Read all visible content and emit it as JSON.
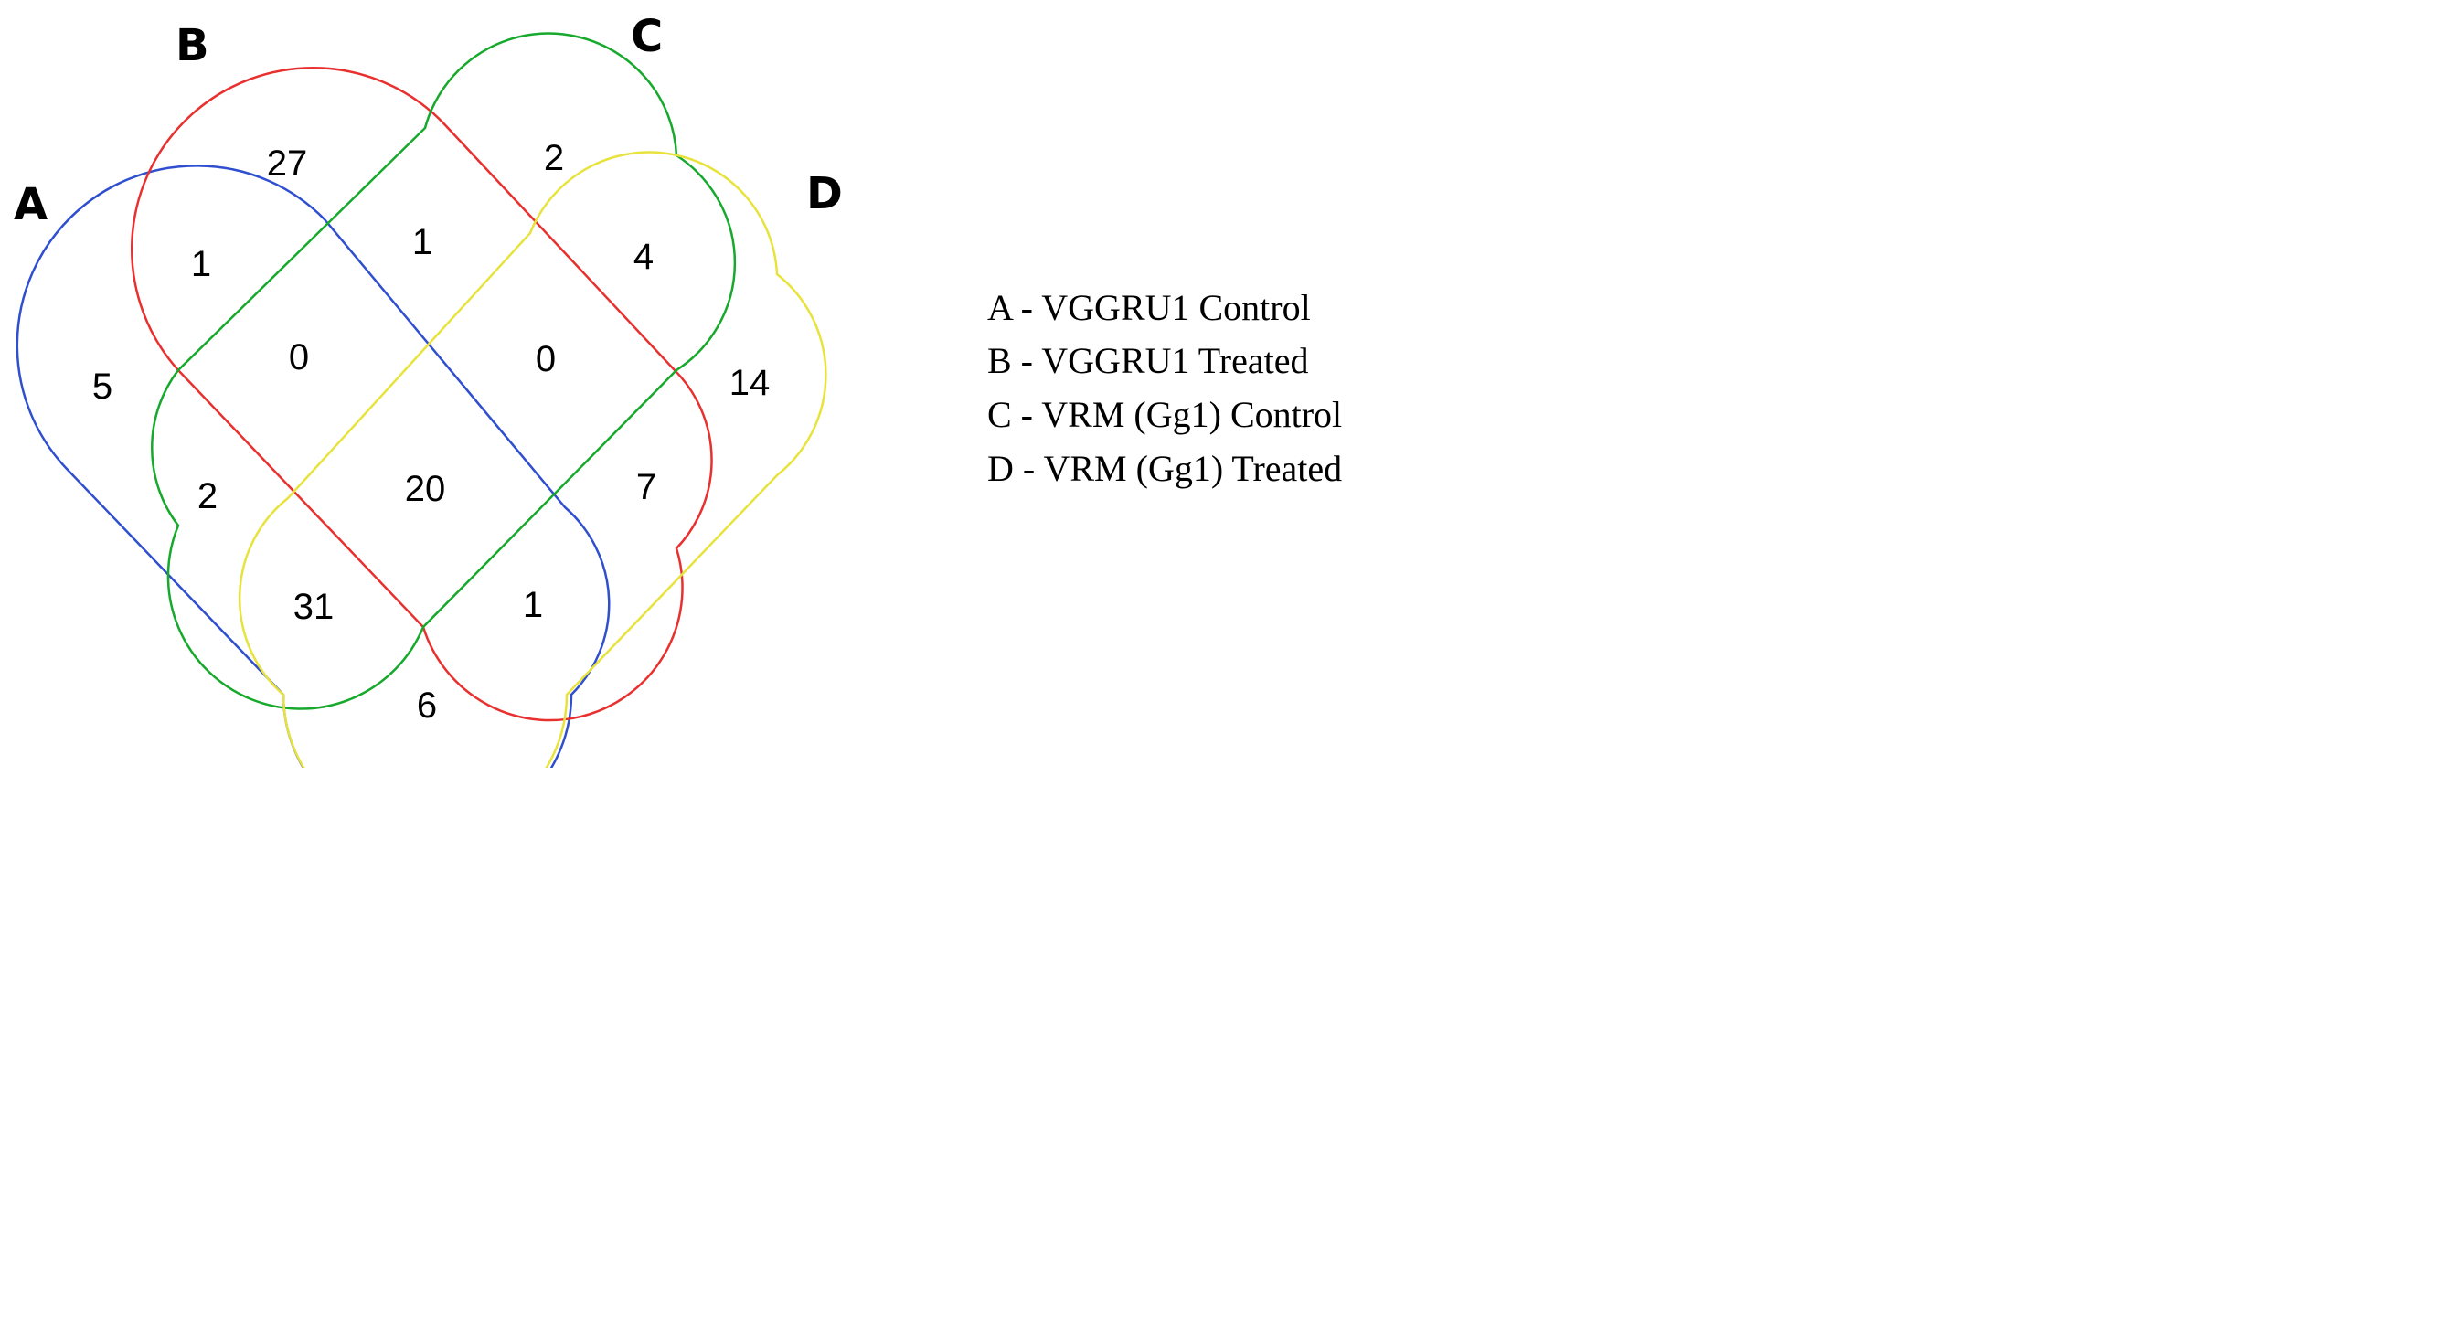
{
  "sets": [
    {
      "id": "A",
      "label": "A",
      "color": "#2f4fcf",
      "description": "VGGRU1 Control"
    },
    {
      "id": "B",
      "label": "B",
      "color": "#e8312f",
      "description": "VGGRU1 Treated"
    },
    {
      "id": "C",
      "label": "C",
      "color": "#16a92c",
      "description": "VRM (Gg1) Control"
    },
    {
      "id": "D",
      "label": "D",
      "color": "#e8e33c",
      "description": "VRM (Gg1) Treated"
    }
  ],
  "regions": [
    {
      "sets": "A",
      "value": "5"
    },
    {
      "sets": "B",
      "value": "27"
    },
    {
      "sets": "C",
      "value": "2"
    },
    {
      "sets": "D",
      "value": "14"
    },
    {
      "sets": "AB",
      "value": "1"
    },
    {
      "sets": "BC",
      "value": "1"
    },
    {
      "sets": "CD",
      "value": "4"
    },
    {
      "sets": "ABC",
      "value": "0"
    },
    {
      "sets": "BCD",
      "value": "0"
    },
    {
      "sets": "AC",
      "value": "2"
    },
    {
      "sets": "ABCD",
      "value": "20"
    },
    {
      "sets": "BD",
      "value": "7"
    },
    {
      "sets": "ACD",
      "value": "31"
    },
    {
      "sets": "ABD",
      "value": "1"
    },
    {
      "sets": "AD",
      "value": "6"
    }
  ],
  "legend": [
    "A - VGGRU1 Control",
    "B - VGGRU1 Treated",
    "C - VRM (Gg1) Control",
    "D - VRM (Gg1) Treated"
  ]
}
